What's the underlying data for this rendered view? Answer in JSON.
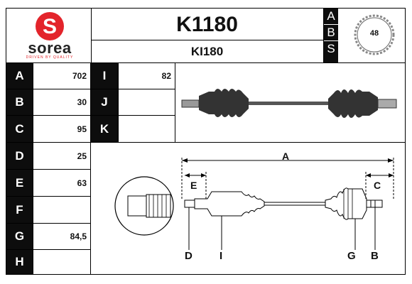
{
  "brand": {
    "name": "sorea",
    "tagline": "DRIVEN BY QUALITY",
    "color": "#e3242b"
  },
  "header": {
    "part_number": "K1180",
    "reference": "KI180",
    "abs_letters": [
      "A",
      "B",
      "S"
    ],
    "abs_teeth": "48"
  },
  "specs_left": [
    {
      "label": "A",
      "value": "702"
    },
    {
      "label": "B",
      "value": "30"
    },
    {
      "label": "C",
      "value": "95"
    },
    {
      "label": "D",
      "value": "25"
    },
    {
      "label": "E",
      "value": "63"
    },
    {
      "label": "F",
      "value": ""
    },
    {
      "label": "G",
      "value": "84,5"
    },
    {
      "label": "H",
      "value": ""
    }
  ],
  "specs_right": [
    {
      "label": "I",
      "value": "82"
    },
    {
      "label": "J",
      "value": ""
    },
    {
      "label": "K",
      "value": ""
    }
  ],
  "diagram": {
    "dim_A": "A",
    "dim_E": "E",
    "dim_C": "C",
    "callout_D": "D",
    "callout_I": "I",
    "callout_G": "G",
    "callout_B": "B"
  }
}
